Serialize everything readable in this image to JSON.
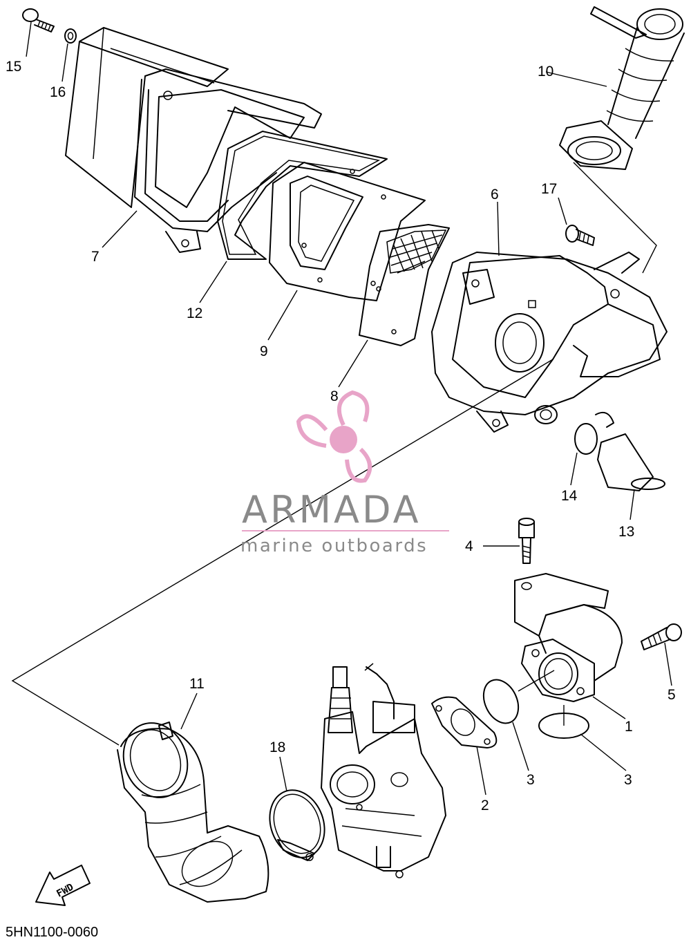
{
  "diagram_code": "5HN1100-0060",
  "watermark": {
    "brand": "ARMADA",
    "tagline": "marine outboards",
    "logo_icon": "propeller-icon",
    "color_brand": "#8a8a8a",
    "color_logo": "#e8a4c8"
  },
  "direction_marker": {
    "label": "FWD",
    "icon": "arrow-icon"
  },
  "callouts": {
    "c1": "1",
    "c2": "2",
    "c3a": "3",
    "c3b": "3",
    "c4": "4",
    "c5": "5",
    "c6": "6",
    "c7": "7",
    "c8": "8",
    "c9": "9",
    "c10": "10",
    "c11": "11",
    "c12": "12",
    "c13": "13",
    "c14": "14",
    "c15": "15",
    "c16": "16",
    "c17": "17",
    "c18": "18"
  }
}
